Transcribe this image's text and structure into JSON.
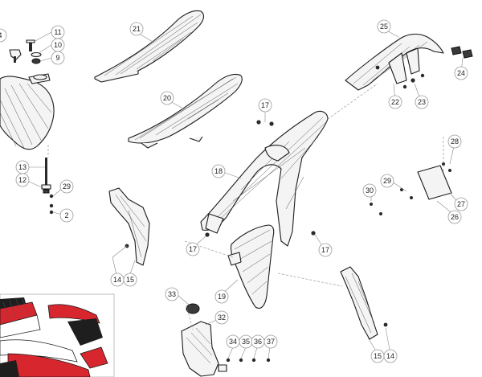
{
  "diagram": {
    "type": "exploded-parts-view",
    "callouts": [
      {
        "id": "c-4",
        "label": "4"
      },
      {
        "id": "c-11",
        "label": "11"
      },
      {
        "id": "c-10",
        "label": "10"
      },
      {
        "id": "c-9",
        "label": "9"
      },
      {
        "id": "c-21",
        "label": "21"
      },
      {
        "id": "c-20",
        "label": "20"
      },
      {
        "id": "c-25",
        "label": "25"
      },
      {
        "id": "c-24",
        "label": "24"
      },
      {
        "id": "c-22",
        "label": "22"
      },
      {
        "id": "c-23",
        "label": "23"
      },
      {
        "id": "c-17a",
        "label": "17"
      },
      {
        "id": "c-13",
        "label": "13"
      },
      {
        "id": "c-12",
        "label": "12"
      },
      {
        "id": "c-29a",
        "label": "29"
      },
      {
        "id": "c-2",
        "label": "2"
      },
      {
        "id": "c-18",
        "label": "18"
      },
      {
        "id": "c-28",
        "label": "28"
      },
      {
        "id": "c-29b",
        "label": "29"
      },
      {
        "id": "c-30",
        "label": "30"
      },
      {
        "id": "c-27",
        "label": "27"
      },
      {
        "id": "c-26",
        "label": "26"
      },
      {
        "id": "c-17b",
        "label": "17"
      },
      {
        "id": "c-17c",
        "label": "17"
      },
      {
        "id": "c-14a",
        "label": "14"
      },
      {
        "id": "c-15a",
        "label": "15"
      },
      {
        "id": "c-33",
        "label": "33"
      },
      {
        "id": "c-19",
        "label": "19"
      },
      {
        "id": "c-32",
        "label": "32"
      },
      {
        "id": "c-34",
        "label": "34"
      },
      {
        "id": "c-35",
        "label": "35"
      },
      {
        "id": "c-36",
        "label": "36"
      },
      {
        "id": "c-37",
        "label": "37"
      },
      {
        "id": "c-15b",
        "label": "15"
      },
      {
        "id": "c-14b",
        "label": "14"
      }
    ],
    "colors": {
      "line": "#1c1c1c",
      "leader": "#888888",
      "graphic_red": "#d8262e",
      "graphic_black": "#1e1e1e",
      "background": "#ffffff"
    }
  }
}
